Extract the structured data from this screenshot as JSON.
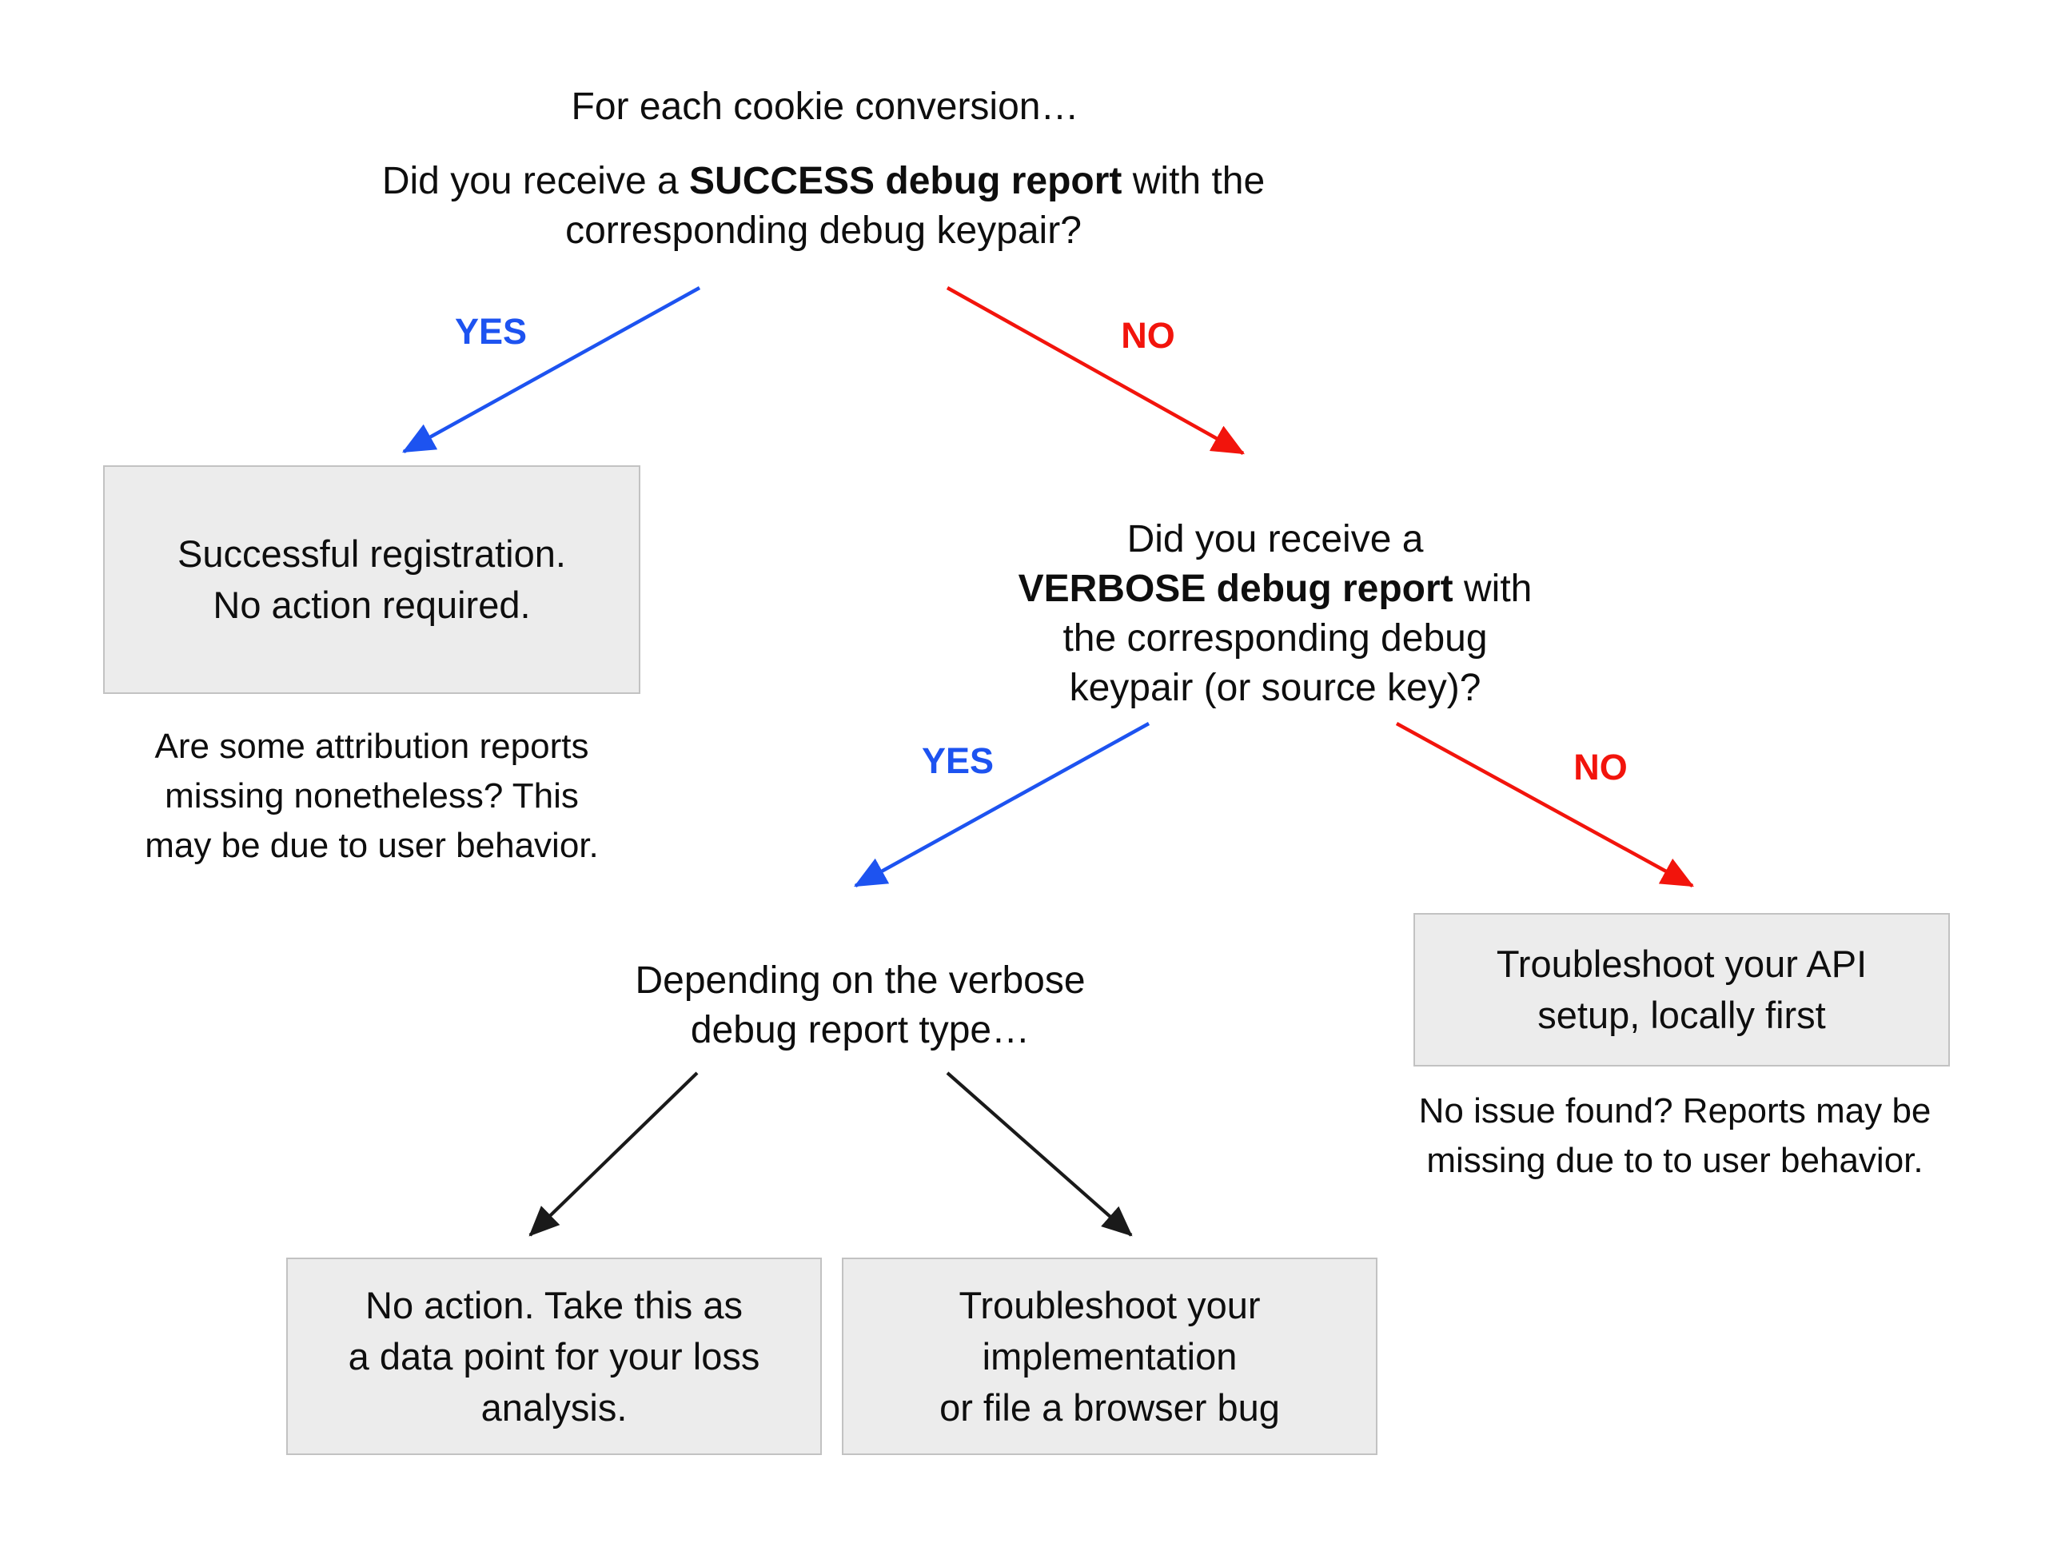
{
  "title": "For each cookie conversion…",
  "question_success": {
    "line1_pre": "Did you receive a ",
    "line1_bold": "SUCCESS debug report",
    "line1_post": " with the",
    "line2": "corresponding debug keypair?"
  },
  "branch1": {
    "yes": "YES",
    "no": "NO"
  },
  "question_verbose": {
    "line1": "Did you receive a",
    "line2_bold": "VERBOSE debug report",
    "line2_post": " with",
    "line3": "the corresponding debug",
    "line4": "keypair (or source key)?"
  },
  "branch2": {
    "yes": "YES",
    "no": "NO"
  },
  "boxes": {
    "success": {
      "lines": [
        "Successful registration.",
        "No action required."
      ]
    },
    "api": {
      "lines": [
        "Troubleshoot your API",
        "setup, locally first"
      ]
    },
    "no_action": {
      "lines": [
        "No action. Take this as",
        "a data point for your loss",
        "analysis."
      ]
    },
    "implementation": {
      "lines": [
        "Troubleshoot your",
        "implementation",
        "or file a browser bug"
      ]
    }
  },
  "depending": {
    "lines": [
      "Depending on the verbose",
      "debug report type…"
    ]
  },
  "notes": {
    "left": {
      "lines": [
        "Are some attribution reports",
        "missing nonetheless? This",
        "may be due to user behavior."
      ]
    },
    "right": {
      "lines": [
        "No issue found? Reports may be",
        "missing due to to user behavior."
      ]
    }
  },
  "colors": {
    "yes": "#1d53f0",
    "no": "#f2140c",
    "arrow_black": "#1a1a1a",
    "box_fill": "#ececec",
    "box_border": "#c2c2c2",
    "text": "#0e0e0e"
  }
}
